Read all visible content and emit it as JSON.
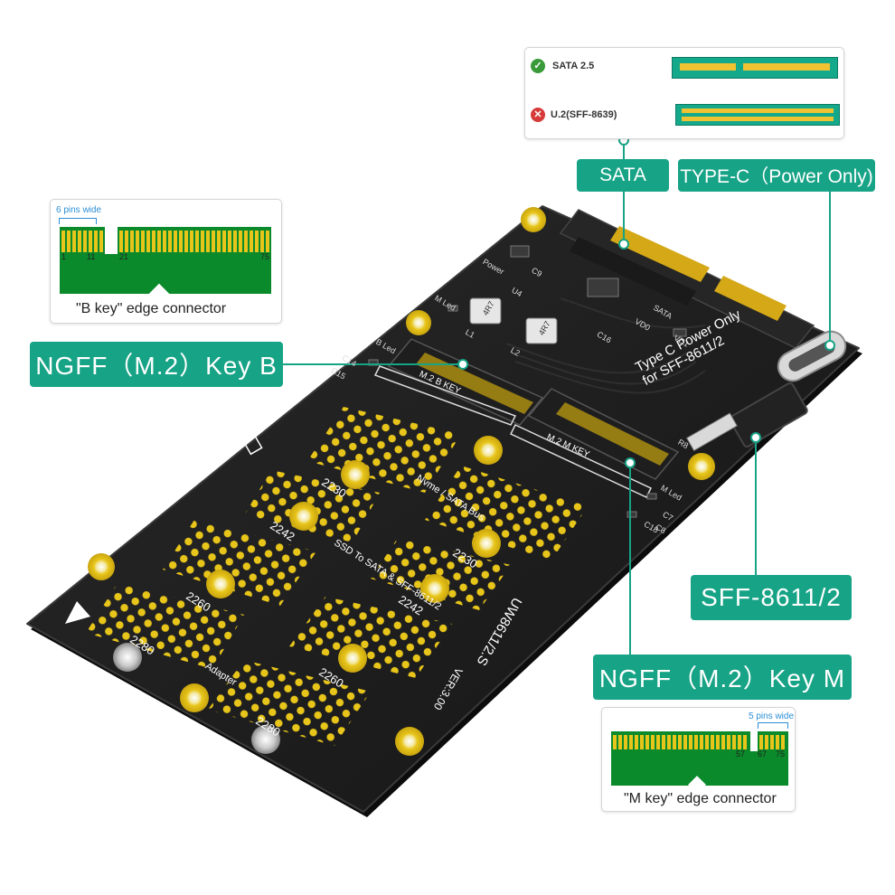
{
  "labels": {
    "sata": "SATA",
    "typec": "TYPE-C（Power Only)",
    "key_b": "NGFF（M.2）Key  B",
    "sff": "SFF-8611/2",
    "key_m": "NGFF（M.2）Key  M"
  },
  "compat": {
    "sata25": "SATA 2.5",
    "u2": "U.2(SFF-8639)"
  },
  "b_key_card": {
    "note": "6 pins wide",
    "pins": [
      "1",
      "11",
      "21",
      "75"
    ],
    "caption": "\"B key\" edge connector"
  },
  "m_key_card": {
    "note": "5 pins wide",
    "pins": [
      "57",
      "67",
      "75"
    ],
    "caption": "\"M key\" edge connector"
  },
  "board": {
    "silk_main": "Type C Power Only",
    "silk_for": "for    SFF-8611/2",
    "slot_b": "M.2  B  KEY",
    "slot_m": "M.2  M  KEY",
    "model": "UW8611/2.S",
    "version": "VER:3.00",
    "desc1": "Nvme / SATA  Bus",
    "desc2": "SSD  To  SATA  &  SFF-8611/2",
    "desc3": "Adapter",
    "sizes": [
      "2230",
      "2242",
      "2260",
      "2280",
      "2230",
      "2242",
      "2260",
      "2280"
    ],
    "components": [
      "Power",
      "M Led",
      "B Led",
      "SATA",
      "VD0",
      "VD1",
      "C9",
      "C15",
      "C14",
      "C16",
      "C18",
      "C7",
      "C8",
      "R8",
      "M Led",
      "4R7",
      "4R7",
      "U4",
      "L1",
      "L2"
    ]
  },
  "colors": {
    "accent": "#17a386",
    "pcb": "#1c1c1c",
    "gold": "#e8c51a",
    "pin_green": "#0a8a2a",
    "check": "#3a9a3a",
    "cross": "#d63a3a"
  }
}
